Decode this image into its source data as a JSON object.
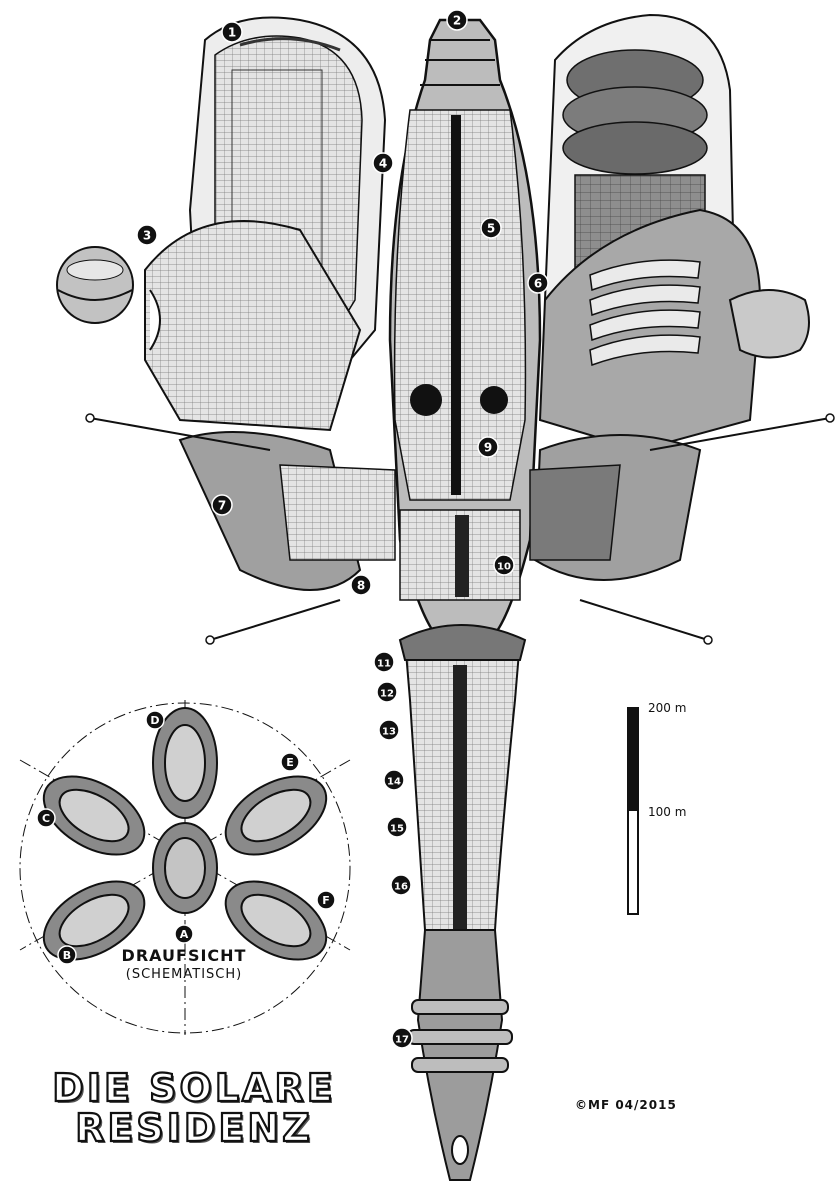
{
  "title": {
    "line1": "DIE SOLARE",
    "line2": "RESIDENZ"
  },
  "copyright": "©MF 04/2015",
  "schematic": {
    "label": "DRAUFSICHT",
    "sublabel": "(SCHEMATISCH)"
  },
  "scale": {
    "top_label": "200 m",
    "mid_label": "100 m"
  },
  "callouts": [
    "1",
    "2",
    "3",
    "4",
    "5",
    "6",
    "7",
    "8",
    "9",
    "10",
    "11",
    "12",
    "13",
    "14",
    "15",
    "16",
    "17"
  ],
  "pod_letters": [
    "A",
    "B",
    "C",
    "D",
    "E",
    "F"
  ],
  "colors": {
    "ink": "#111111",
    "hull_light": "#d9d9d9",
    "hull_mid": "#9a9a9a",
    "hull_dark": "#5a5a5a",
    "panel": "#bdbdbd"
  }
}
